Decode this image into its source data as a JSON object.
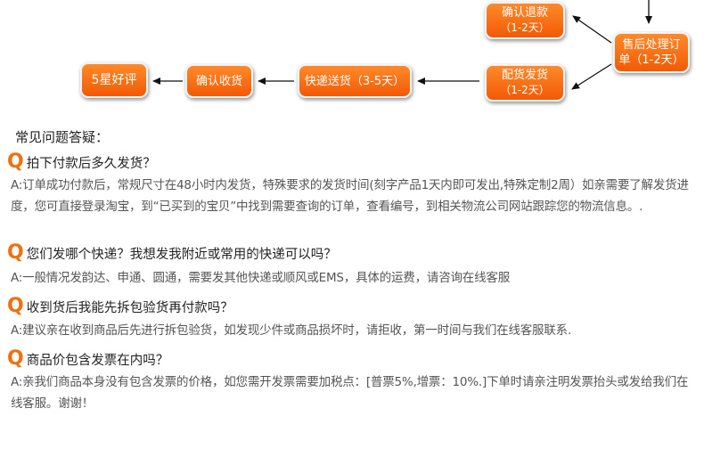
{
  "flow": {
    "confirm_refund": "确认退款",
    "confirm_refund_days": "（1-2天）",
    "after_sales": "售后处理订单（1-2天）",
    "delivery": "配货发货",
    "delivery_days": "（1-2天）",
    "express": "快递送货（3-5天）",
    "confirm_receipt": "确认收货",
    "five_star": "5星好评",
    "accent_color": "#f26a0c"
  },
  "faq": {
    "heading": "常见问题答疑：",
    "q_icon_letter": "Q",
    "items": [
      {
        "question": "拍下付款后多久发货？",
        "answer": "A:订单成功付款后，常规尺寸在48小时内发货，特殊要求的发货时间(刻字产品1天内即可发出,特殊定制2周）如亲需要了解发货进度，您可直接登录淘宝，到“已买到的宝贝”中找到需要查询的订单，查看编号，到相关物流公司网站跟踪您的物流信息。."
      },
      {
        "question": "您们发哪个快递？我想发我附近或常用的快递可以吗？",
        "answer": "A:一般情况发韵达、申通、圆通，需要发其他快递或顺风或EMS，具体的运费，请咨询在线客服"
      },
      {
        "question": "收到货后我能先拆包验货再付款吗？",
        "answer": "A:建议亲在收到商品后先进行拆包验货，如发现少件或商品损坏时，请拒收，第一时间与我们在线客服联系."
      },
      {
        "question": "商品价包含发票在内吗？",
        "answer": "A:亲我们商品本身没有包含发票的价格，如您需开发票需要加税点：[普票5%,增票：10%.]下单时请亲注明发票抬头或发给我们在线客服。谢谢！"
      }
    ]
  }
}
